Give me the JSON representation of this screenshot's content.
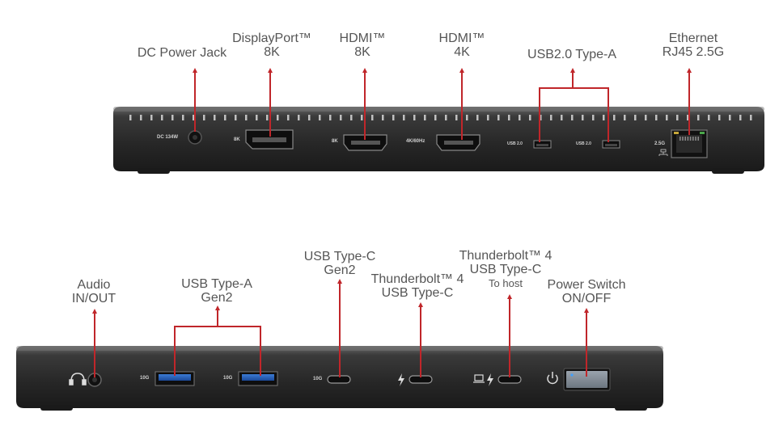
{
  "top": {
    "labels": {
      "dc_power": [
        "DC Power Jack"
      ],
      "displayport": [
        "DisplayPort™",
        "8K"
      ],
      "hdmi_8k": [
        "HDMI™",
        "8K"
      ],
      "hdmi_4k": [
        "HDMI™",
        "4K"
      ],
      "usb2": [
        "USB2.0 Type-A"
      ],
      "ethernet": [
        "Ethernet",
        "RJ45 2.5G"
      ]
    },
    "device_text": {
      "dc": "DC 134W",
      "dp": "8K",
      "hdmi8k": "8K",
      "hdmi4k": "4K/60Hz",
      "usb2a": "USB 2.0",
      "usb2b": "USB 2.0",
      "eth": "2.5G"
    }
  },
  "bottom": {
    "labels": {
      "audio": [
        "Audio",
        "IN/OUT"
      ],
      "usba": [
        "USB Type-A",
        "Gen2"
      ],
      "usbc": [
        "USB Type-C",
        "Gen2"
      ],
      "tb4": [
        "Thunderbolt™ 4",
        "USB Type-C"
      ],
      "tb4host": [
        "Thunderbolt™ 4",
        "USB Type-C"
      ],
      "tb4host_sub": "To host",
      "power": [
        "Power Switch",
        "ON/OFF"
      ]
    },
    "device_text": {
      "usba1": "10G",
      "usba2": "10G",
      "usbc": "10G"
    }
  },
  "colors": {
    "leader": "#c0262a",
    "body": "#2b2b2b",
    "label": "#555555"
  }
}
